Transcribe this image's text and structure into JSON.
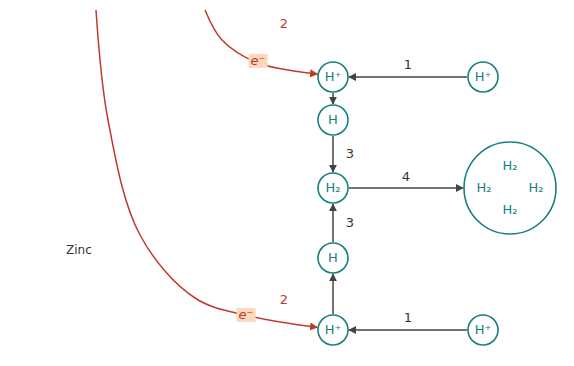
{
  "diagram": {
    "nodes": [
      {
        "text": [
          "Zinc"
        ]
      },
      {
        "text": [
          "H⁺"
        ]
      },
      {
        "text": [
          "H⁺"
        ]
      },
      {
        "text": [
          "H"
        ]
      },
      {
        "text": [
          "H₂"
        ]
      },
      {
        "text": [
          "H₂",
          "H₂",
          "H₂",
          "H₂"
        ]
      },
      {
        "text": [
          "H"
        ]
      },
      {
        "text": [
          "H⁺"
        ]
      },
      {
        "text": [
          "H⁺"
        ]
      }
    ],
    "edges": [
      {
        "from": 2,
        "to": 1,
        "label": "1",
        "arrow": "to"
      },
      {
        "from": 1,
        "to": 3,
        "arrow": "to"
      },
      {
        "from": 3,
        "to": 4,
        "label": "3",
        "arrow": "to"
      },
      {
        "from": 4,
        "to": 5,
        "label": "4",
        "arrow": "to"
      },
      {
        "from": 6,
        "to": 4,
        "label": "3",
        "arrow": "to"
      },
      {
        "from": 7,
        "to": 6,
        "arrow": "to"
      },
      {
        "from": 8,
        "to": 7,
        "label": "1",
        "arrow": "to"
      },
      {
        "from": 0,
        "to": 1,
        "label": "e⁻",
        "arrow": "to"
      },
      {
        "from": 0,
        "to": 7,
        "label": "e⁻",
        "arrow": "to"
      }
    ],
    "labels": [
      "2",
      "2"
    ]
  }
}
